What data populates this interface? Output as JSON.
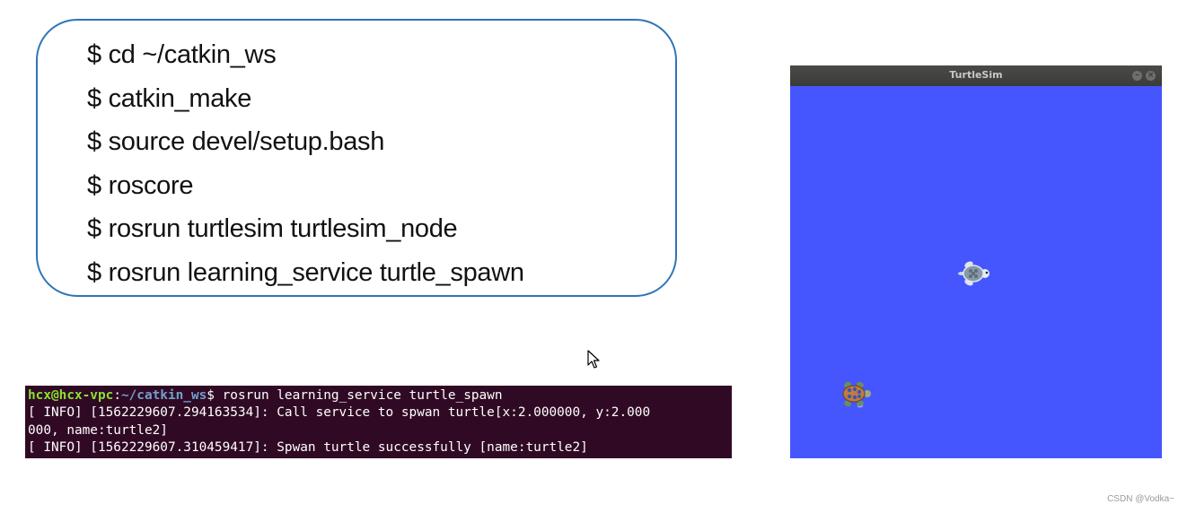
{
  "commands": [
    "$ cd ~/catkin_ws",
    "$ catkin_make",
    "$ source devel/setup.bash",
    "$ roscore",
    "$ rosrun turtlesim turtlesim_node",
    "$ rosrun learning_service turtle_spawn"
  ],
  "terminal": {
    "prompt_user": "hcx@hcx-vpc",
    "prompt_sep": ":",
    "prompt_path": "~/catkin_ws",
    "command": "$ rosrun learning_service turtle_spawn",
    "lines": [
      "[ INFO] [1562229607.294163534]: Call service to spwan turtle[x:2.000000, y:2.000",
      "000, name:turtle2]",
      "[ INFO] [1562229607.310459417]: Spwan turtle successfully [name:turtle2]"
    ],
    "background": "#300a24"
  },
  "turtlesim": {
    "title": "TurtleSim",
    "minimize_glyph": "–",
    "close_glyph": "×",
    "background": "#4556ff",
    "turtles": [
      "turtle1",
      "turtle2"
    ]
  },
  "watermark": "CSDN @Vodka~",
  "icons": [
    "cursor-icon",
    "minimize-icon",
    "close-icon",
    "turtle-icon"
  ]
}
